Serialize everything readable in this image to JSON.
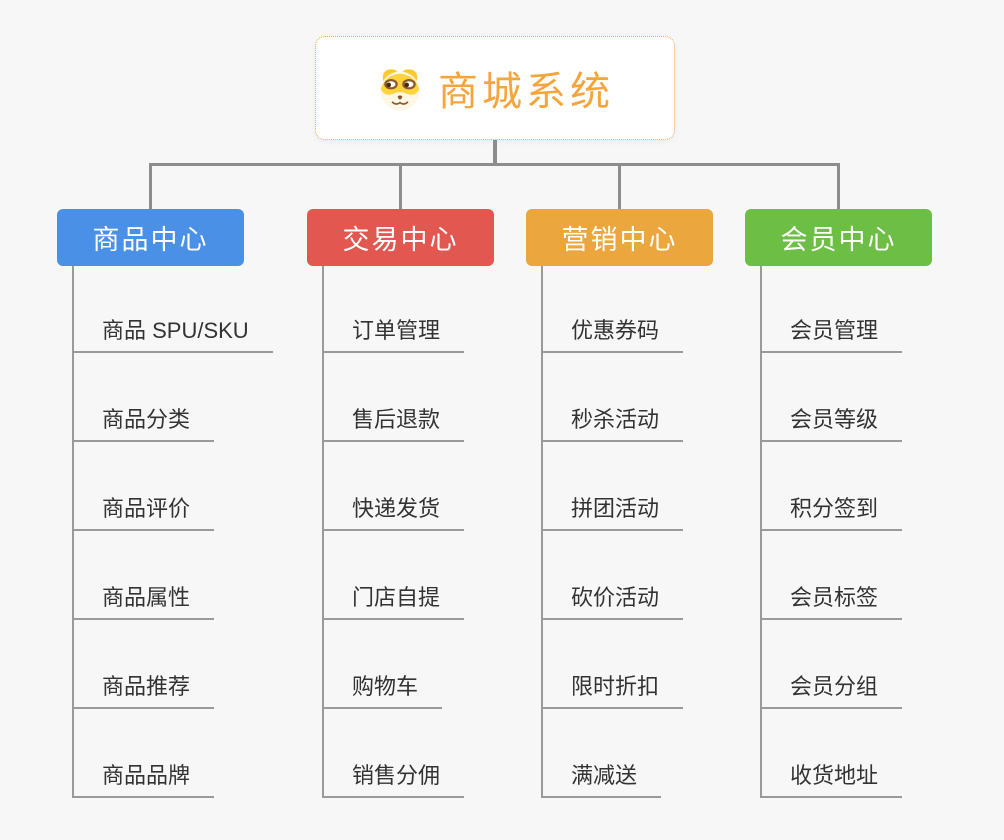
{
  "title": "商城系统",
  "palette": {
    "background": "#f7f7f7",
    "connector": "#8d8d8d",
    "leaf_line": "#9a9a9a",
    "leaf_text": "#333333",
    "root_text": "#f5a53b",
    "root_border": "#f2a94e"
  },
  "root": {
    "label": "商城系统",
    "icon": "dog-face-icon"
  },
  "branches": [
    {
      "label": "商品中心",
      "color": "#4a90e6",
      "children": [
        "商品 SPU/SKU",
        "商品分类",
        "商品评价",
        "商品属性",
        "商品推荐",
        "商品品牌"
      ]
    },
    {
      "label": "交易中心",
      "color": "#e25750",
      "children": [
        "订单管理",
        "售后退款",
        "快递发货",
        "门店自提",
        "购物车",
        "销售分佣"
      ]
    },
    {
      "label": "营销中心",
      "color": "#eba73d",
      "children": [
        "优惠券码",
        "秒杀活动",
        "拼团活动",
        "砍价活动",
        "限时折扣",
        "满减送"
      ]
    },
    {
      "label": "会员中心",
      "color": "#6cbe44",
      "children": [
        "会员管理",
        "会员等级",
        "积分签到",
        "会员标签",
        "会员分组",
        "收货地址"
      ]
    }
  ]
}
